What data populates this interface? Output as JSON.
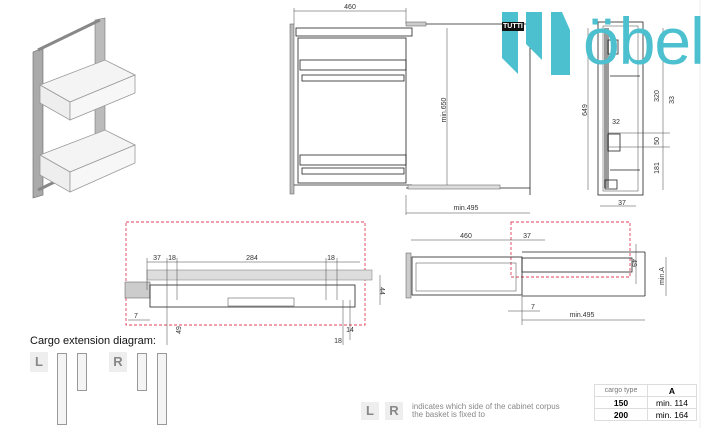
{
  "logo": {
    "brand_text": "öbel",
    "badge": "TUTTI"
  },
  "front_view": {
    "width_dim": "460",
    "height_dim": "min.650",
    "depth_dim": "min.495"
  },
  "side_view": {
    "height_dim": "649",
    "upper_dim": "320",
    "mid_dim": "50",
    "lower_dim": "181",
    "rail_dim": "32",
    "base_dim": "37",
    "top_dim": "33"
  },
  "plan_left": {
    "d1": "37",
    "d2": "18",
    "d3": "284",
    "d4": "18",
    "d5": "44",
    "d6": "7",
    "d7": "49",
    "d8": "14",
    "d9": "18"
  },
  "plan_right": {
    "width_dim": "460",
    "offset_dim": "37",
    "rail_dim": "49",
    "min_a": "min.A",
    "gap_dim": "7",
    "depth_dim": "min.495"
  },
  "cargo": {
    "title": "Cargo extension diagram:",
    "left_label": "L",
    "right_label": "R"
  },
  "legend": {
    "l": "L",
    "r": "R",
    "text_line1": "indicates which side of the cabinet corpus",
    "text_line2": "the basket is fixed to"
  },
  "table": {
    "header": [
      "cargo type",
      "A"
    ],
    "rows": [
      [
        "150",
        "min. 114"
      ],
      [
        "200",
        "min. 164"
      ]
    ]
  }
}
